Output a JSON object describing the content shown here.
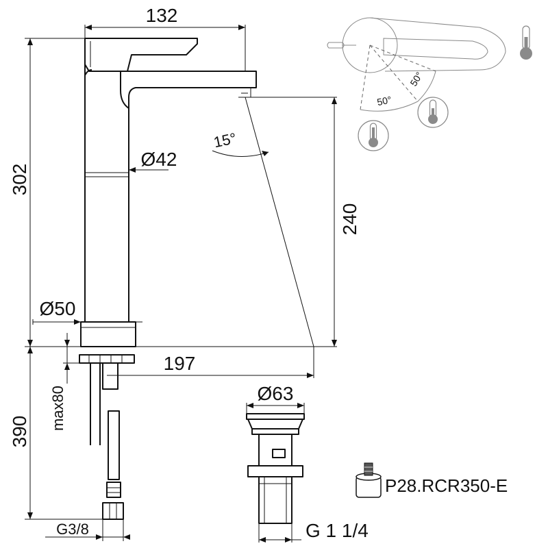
{
  "dimensions": {
    "top_width": "132",
    "total_height": "302",
    "body_diameter": "Ø42",
    "spout_angle": "15°",
    "spout_height": "240",
    "base_diameter": "Ø50",
    "projection": "197",
    "max_thickness": "max80",
    "hose_length": "390",
    "hose_thread": "G3/8",
    "waste_diameter": "Ø63",
    "waste_thread": "G 1 1/4",
    "lever_angle_left": "50°",
    "lever_angle_right": "50°"
  },
  "cartridge_code": "P28.RCR350-E",
  "icons": [
    "thermometer-icon",
    "thermometer-icon",
    "thermometer-icon",
    "cartridge-icon"
  ]
}
